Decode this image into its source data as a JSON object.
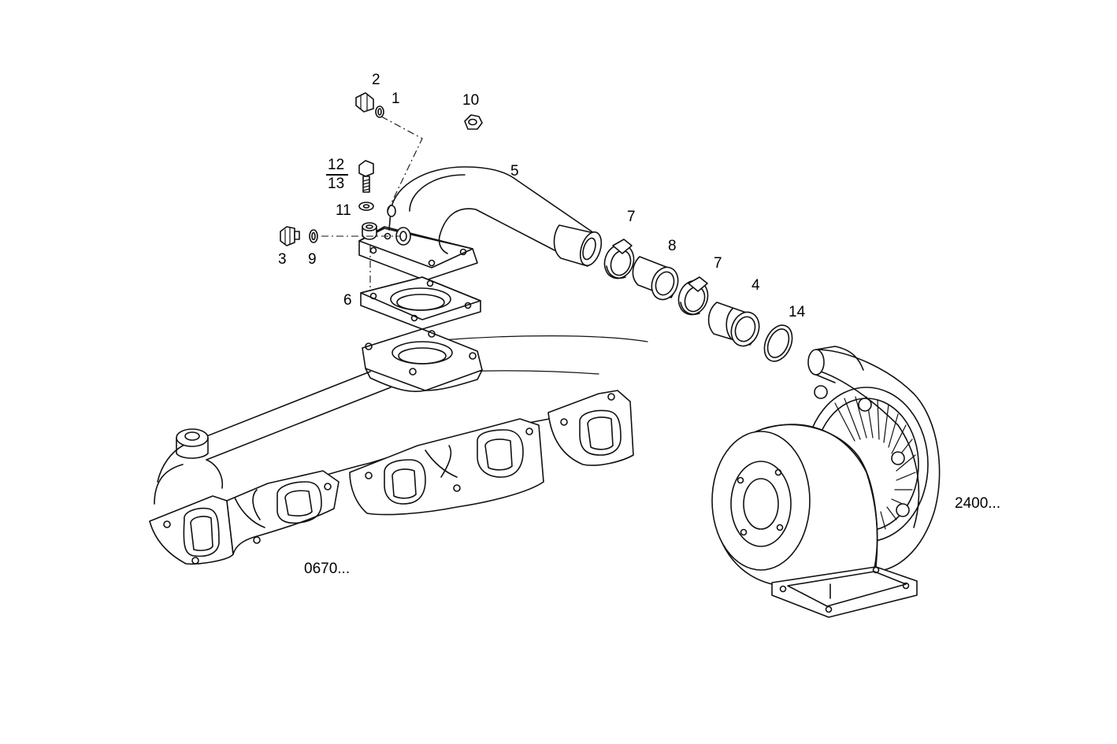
{
  "callouts": {
    "c1": "1",
    "c2": "2",
    "c3": "3",
    "c4": "4",
    "c5": "5",
    "c6": "6",
    "c7a": "7",
    "c7b": "7",
    "c8": "8",
    "c9": "9",
    "c10": "10",
    "c11": "11",
    "c12": "12",
    "c13": "13",
    "c14": "14"
  },
  "references": {
    "manifold": "0670...",
    "turbocharger": "2400..."
  }
}
